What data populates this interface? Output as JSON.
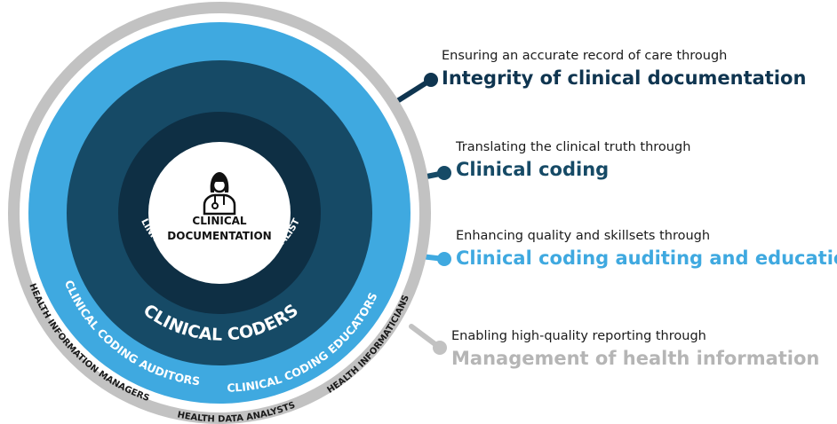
{
  "colors": {
    "outer_ring": "#c2c2c2",
    "blue_ring": "#3fa9e0",
    "teal_ring": "#164a66",
    "core_ring": "#0e2f44",
    "center": "#ffffff",
    "integrity": "#0f3550",
    "coding": "#164a66",
    "auditing": "#3fa9e0",
    "management": "#b5b5b5"
  },
  "center": {
    "icon": "clinician-icon",
    "label_line1": "CLINICAL",
    "label_line2": "DOCUMENTATION"
  },
  "rings": {
    "core": "CLINICAL DOCUMENTATION SPECIALISTS",
    "coders": "CLINICAL CODERS",
    "auditors": "CLINICAL CODING AUDITORS",
    "educators": "CLINICAL CODING EDUCATORS",
    "managers": "HEALTH INFORMATION MANAGERS",
    "analysts": "HEALTH DATA ANALYSTS",
    "informaticians": "HEALTH INFORMATICIANS"
  },
  "callouts": [
    {
      "sub": "Ensuring an accurate record of care through",
      "main": "Integrity of clinical documentation",
      "color": "#0f3550"
    },
    {
      "sub": "Translating the clinical truth through",
      "main": "Clinical coding",
      "color": "#164a66"
    },
    {
      "sub": "Enhancing quality and skillsets through",
      "main": "Clinical coding auditing and education",
      "color": "#3fa9e0"
    },
    {
      "sub": "Enabling high-quality reporting through",
      "main": "Management of health information",
      "color": "#b5b5b5"
    }
  ]
}
